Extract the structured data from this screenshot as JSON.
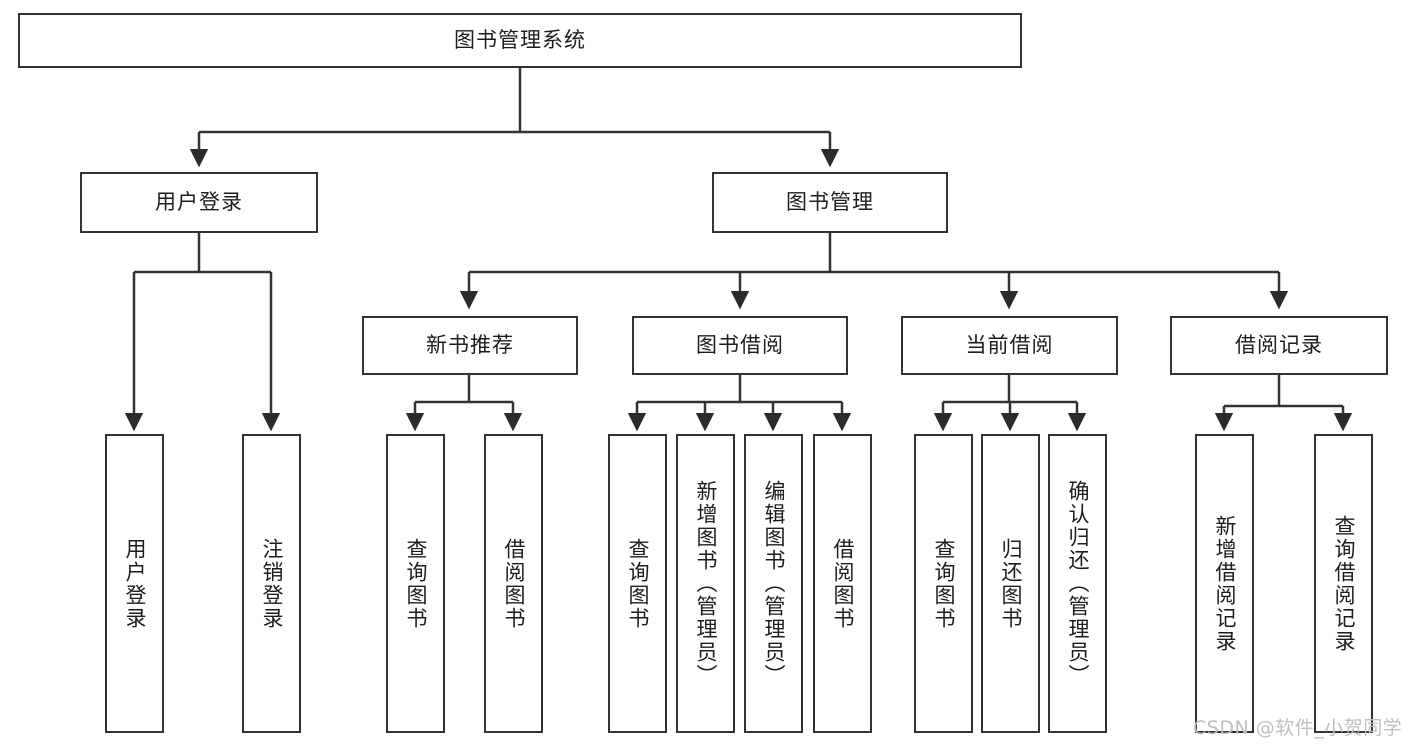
{
  "diagram": {
    "type": "hierarchy-tree",
    "title": "图书管理系统",
    "background_color": "#ffffff",
    "line_color": "#333333",
    "box_fill": "#ffffff",
    "levels": 4
  },
  "nodes": {
    "root": {
      "label": "图书管理系统"
    },
    "level2": [
      {
        "id": "user-login",
        "label": "用户登录"
      },
      {
        "id": "book-management",
        "label": "图书管理"
      }
    ],
    "level3": [
      {
        "id": "new-book-recommend",
        "label": "新书推荐"
      },
      {
        "id": "book-borrow",
        "label": "图书借阅"
      },
      {
        "id": "current-borrow",
        "label": "当前借阅"
      },
      {
        "id": "borrow-record",
        "label": "借阅记录"
      }
    ],
    "leaves": {
      "user-login": [
        {
          "id": "leaf-user-login",
          "label": "用户登录"
        },
        {
          "id": "leaf-logout",
          "label": "注销登录"
        }
      ],
      "new-book-recommend": [
        {
          "id": "leaf-query-book-1",
          "label": "查询图书"
        },
        {
          "id": "leaf-borrow-book-1",
          "label": "借阅图书"
        }
      ],
      "book-borrow": [
        {
          "id": "leaf-query-book-2",
          "label": "查询图书"
        },
        {
          "id": "leaf-add-book",
          "label": "新增图书（管理员）"
        },
        {
          "id": "leaf-edit-book",
          "label": "编辑图书（管理员）"
        },
        {
          "id": "leaf-borrow-book-2",
          "label": "借阅图书"
        }
      ],
      "current-borrow": [
        {
          "id": "leaf-query-book-3",
          "label": "查询图书"
        },
        {
          "id": "leaf-return-book",
          "label": "归还图书"
        },
        {
          "id": "leaf-confirm-return",
          "label": "确认归还（管理员）"
        }
      ],
      "borrow-record": [
        {
          "id": "leaf-add-record",
          "label": "新增借阅记录"
        },
        {
          "id": "leaf-query-record",
          "label": "查询借阅记录"
        }
      ]
    }
  },
  "watermark": {
    "text": "CSDN @软件_小贺同学"
  }
}
